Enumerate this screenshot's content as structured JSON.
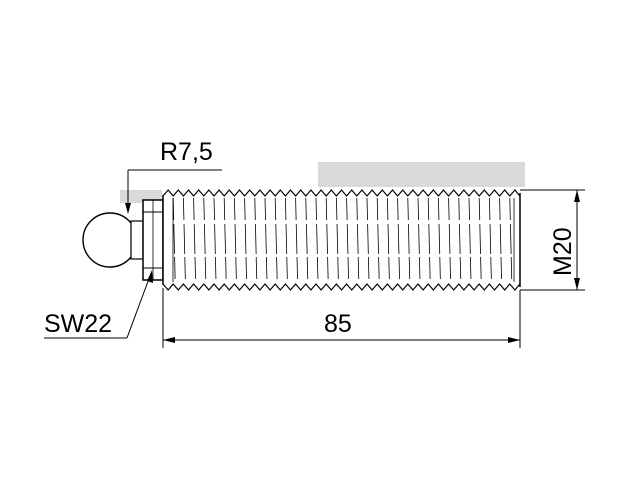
{
  "drawing": {
    "radius_label": "R7,5",
    "wrench_label": "SW22",
    "length_label": "85",
    "thread_label": "M20"
  },
  "colors": {
    "line": "#000000",
    "watermark": "#d9d9d9",
    "background": "#ffffff"
  }
}
